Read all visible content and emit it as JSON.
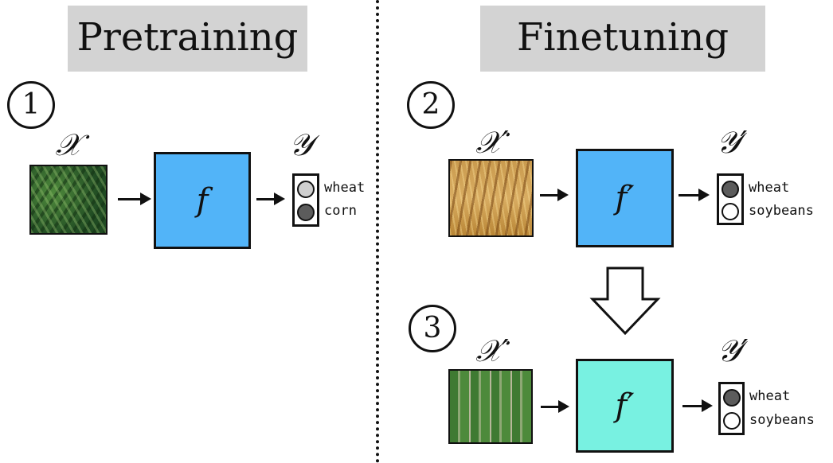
{
  "headers": {
    "pretraining": "Pretraining",
    "finetuning": "Finetuning"
  },
  "steps": [
    "1",
    "2",
    "3"
  ],
  "set_labels": {
    "x": "𝒳",
    "y": "𝒴",
    "x_prime": "𝒳′",
    "y_prime": "𝒴′"
  },
  "models": {
    "f": "f",
    "f_prime": "f′"
  },
  "classes": {
    "step1": [
      "wheat",
      "corn"
    ],
    "step2": [
      "wheat",
      "soybeans"
    ],
    "step3": [
      "wheat",
      "soybeans"
    ]
  },
  "colors": {
    "model_pretrain": "#52b4f8",
    "model_finetune_initial": "#52b4f8",
    "model_finetune_final": "#78f1e1",
    "header_bg": "#d3d3d3",
    "output_selected": "#5c5c5c",
    "output_unselected_light": "#cfcfcf",
    "output_unselected_white": "#ffffff"
  },
  "images": {
    "step1": "corn-field-closeup",
    "step2": "wheat-field-rows",
    "step3": "aerial-crop-plot"
  }
}
